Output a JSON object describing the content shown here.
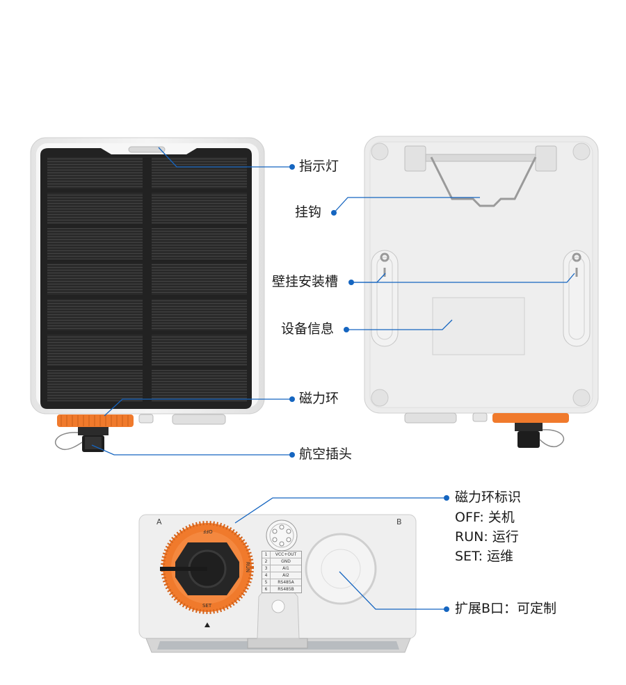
{
  "callouts": {
    "indicator": "指示灯",
    "hook": "挂钩",
    "wall_slot": "壁挂安装槽",
    "device_info": "设备信息",
    "magnetic_ring": "磁力环",
    "aviation_plug": "航空插头",
    "ring_marking": "磁力环标识",
    "off_mode": "OFF: 关机",
    "run_mode": "RUN: 运行",
    "set_mode": "SET: 运维",
    "port_b": "扩展B口：可定制"
  },
  "device_marks": {
    "side_a": "A",
    "side_b": "B",
    "dial_off": "OFF",
    "dial_run": "RUN",
    "dial_set": "SET"
  },
  "pin_table": [
    {
      "n": "1",
      "t": "VCC+OUT"
    },
    {
      "n": "2",
      "t": "GND"
    },
    {
      "n": "3",
      "t": "AI1"
    },
    {
      "n": "4",
      "t": "AI2"
    },
    {
      "n": "5",
      "t": "RS485A"
    },
    {
      "n": "6",
      "t": "RS485B"
    }
  ],
  "colors": {
    "accent": "#1565c0",
    "ring": "#f0772a",
    "housing": "#ececec",
    "panel": "#1e1e1e"
  }
}
